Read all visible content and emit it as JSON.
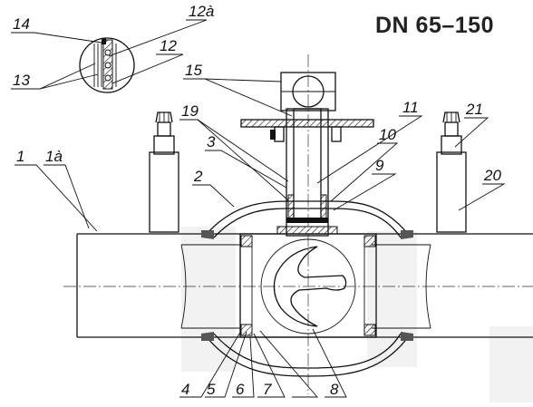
{
  "title": "DN 65–150",
  "callouts": {
    "c1": "1",
    "c1a": "1à",
    "c2": "2",
    "c3": "3",
    "c4": "4",
    "c5": "5",
    "c6": "6",
    "c7": "7",
    "c8": "8",
    "c9": "9",
    "c10": "10",
    "c11": "11",
    "c12": "12",
    "c12a": "12à",
    "c13": "13",
    "c14": "14",
    "c15": "15",
    "c19": "19",
    "c20": "20",
    "c21": "21"
  },
  "colors": {
    "line": "#111111",
    "weld": "#555555",
    "title": "#222222"
  }
}
